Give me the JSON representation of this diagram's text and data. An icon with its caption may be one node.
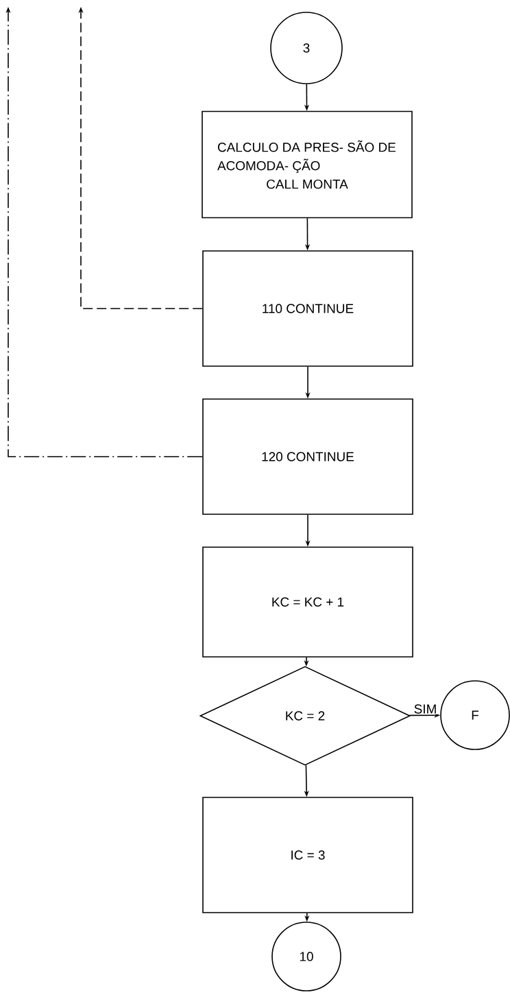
{
  "diagram": {
    "nodes": [
      {
        "text": [
          "3"
        ]
      },
      {
        "text": [
          "CALCULO DA PRES- SÃO DE ACOMODA- ÇÃO",
          "CALL MONTA"
        ]
      },
      {
        "text": [
          "110 CONTINUE"
        ]
      },
      {
        "text": [
          "120 CONTINUE"
        ]
      },
      {
        "text": [
          "KC = KC + 1"
        ]
      },
      {
        "text": [
          "KC = 2"
        ]
      },
      {
        "text": [
          "F"
        ]
      },
      {
        "text": [
          "IC = 3"
        ]
      },
      {
        "text": [
          "10"
        ]
      }
    ],
    "edges": [
      {
        "from": 0,
        "to": 1,
        "arrow": "to"
      },
      {
        "from": 1,
        "to": 2,
        "arrow": "to"
      },
      {
        "from": 2,
        "to": 3,
        "arrow": "to"
      },
      {
        "from": 3,
        "to": 4,
        "arrow": "to"
      },
      {
        "from": 4,
        "to": 5,
        "arrow": "to"
      },
      {
        "from": 5,
        "to": 6,
        "arrow": "to",
        "label": "SIM"
      },
      {
        "from": 5,
        "to": 7,
        "arrow": "to"
      },
      {
        "from": 7,
        "to": 8,
        "arrow": "to"
      },
      {
        "from": 2,
        "to": null,
        "arrow": "to",
        "style": "dashed"
      },
      {
        "from": 3,
        "to": null,
        "arrow": "to",
        "style": "dashed"
      }
    ]
  }
}
